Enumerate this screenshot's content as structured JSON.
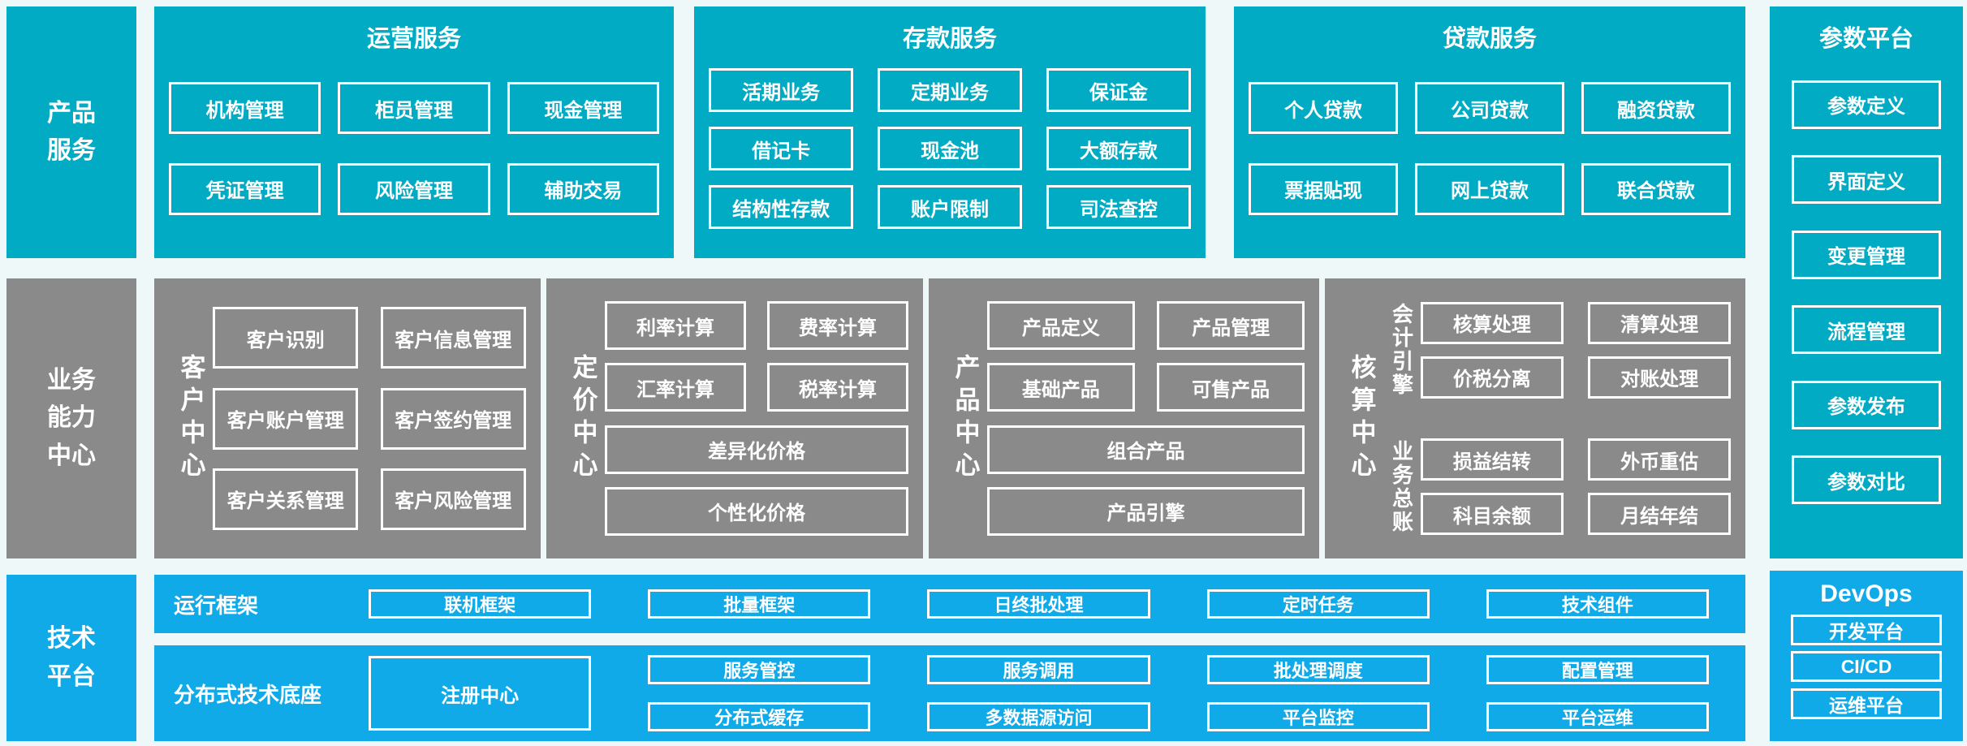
{
  "palette": {
    "teal": "#00abc3",
    "gray": "#8a8a8a",
    "blue": "#10aae8",
    "background": "#eef8f8",
    "box_border": "#ffffff"
  },
  "sidebars": {
    "product": "产品\n服务",
    "business": "业务\n能力\n中心",
    "tech": "技术\n平台"
  },
  "operations": {
    "title": "运营服务",
    "boxes": [
      "机构管理",
      "柜员管理",
      "现金管理",
      "凭证管理",
      "风险管理",
      "辅助交易"
    ]
  },
  "deposit": {
    "title": "存款服务",
    "boxes": [
      "活期业务",
      "定期业务",
      "保证金",
      "借记卡",
      "现金池",
      "大额存款",
      "结构性存款",
      "账户限制",
      "司法查控"
    ]
  },
  "loan": {
    "title": "贷款服务",
    "boxes": [
      "个人贷款",
      "公司贷款",
      "融资贷款",
      "票据贴现",
      "网上贷款",
      "联合贷款"
    ]
  },
  "param": {
    "title": "参数平台",
    "boxes": [
      "参数定义",
      "界面定义",
      "变更管理",
      "流程管理",
      "参数发布",
      "参数对比"
    ]
  },
  "customer": {
    "label": "客户中心",
    "boxes": [
      "客户识别",
      "客户信息管理",
      "客户账户管理",
      "客户签约管理",
      "客户关系管理",
      "客户风险管理"
    ]
  },
  "pricing": {
    "label": "定价中心",
    "boxes": [
      "利率计算",
      "费率计算",
      "汇率计算",
      "税率计算"
    ],
    "wide": [
      "差异化价格",
      "个性化价格"
    ]
  },
  "product_center": {
    "label": "产品中心",
    "boxes": [
      "产品定义",
      "产品管理",
      "基础产品",
      "可售产品"
    ],
    "wide": [
      "组合产品",
      "产品引擎"
    ]
  },
  "accounting": {
    "label": "核算中心",
    "groups": [
      {
        "label": "会计引擎",
        "boxes": [
          "核算处理",
          "清算处理",
          "价税分离",
          "对账处理"
        ]
      },
      {
        "label": "业务总账",
        "boxes": [
          "损益结转",
          "外币重估",
          "科目余额",
          "月结年结"
        ]
      }
    ]
  },
  "runtime": {
    "label": "运行框架",
    "boxes": [
      "联机框架",
      "批量框架",
      "日终批处理",
      "定时任务",
      "技术组件"
    ]
  },
  "distributed": {
    "label": "分布式技术底座",
    "registry": "注册中心",
    "boxes": [
      "服务管控",
      "服务调用",
      "批处理调度",
      "配置管理",
      "分布式缓存",
      "多数据源访问",
      "平台监控",
      "平台运维"
    ]
  },
  "devops": {
    "title": "DevOps",
    "boxes": [
      "开发平台",
      "CI/CD",
      "运维平台"
    ]
  }
}
